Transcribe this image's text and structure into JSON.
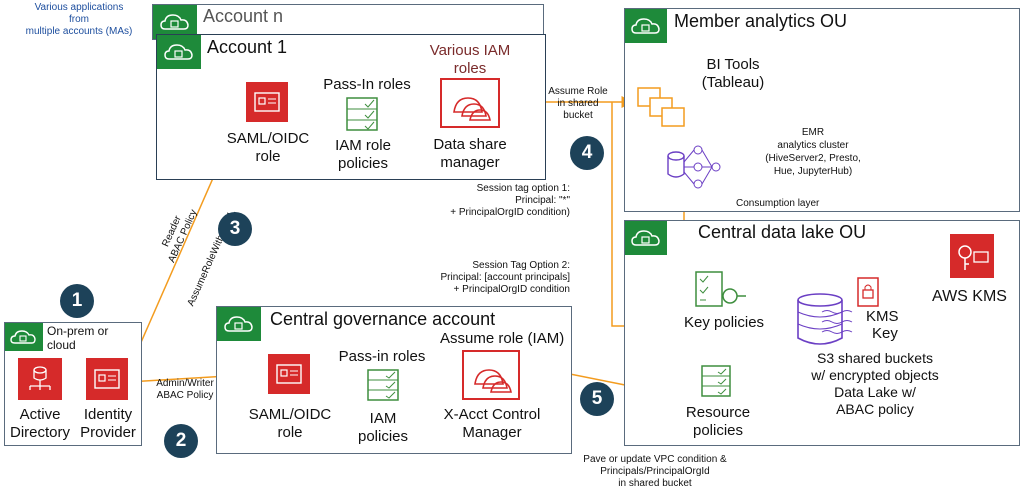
{
  "intro_note": [
    "Various applications",
    "from",
    "multiple accounts (MAs)"
  ],
  "account_n": {
    "title": "Account n"
  },
  "account1": {
    "title": "Account 1",
    "saml_label": [
      "SAML/OIDC",
      "role"
    ],
    "passin_label": "Pass-In roles",
    "iam_policies_label": [
      "IAM role",
      "policies"
    ],
    "various_iam_label": [
      "Various IAM",
      "roles"
    ],
    "data_share_label": [
      "Data share",
      "manager"
    ]
  },
  "assume_role_note": [
    "Assume Role",
    "in shared",
    "bucket"
  ],
  "session_tag1": [
    "Session tag option 1:",
    "Principal: \"*\"",
    "+ PrincipalOrgID condition)"
  ],
  "session_tag2": [
    "Session Tag Option 2:",
    "Principal: [account principals]",
    "+ PrincipalOrgID condition"
  ],
  "member_ou": {
    "title": "Member analytics OU",
    "bi_label": [
      "BI Tools",
      "(Tableau)"
    ],
    "emr_label": [
      "EMR",
      "analytics cluster",
      "(HiveServer2, Presto,",
      "Hue, JupyterHub)"
    ],
    "consumption": "Consumption layer"
  },
  "central_lake": {
    "title": "Central data lake OU",
    "key_policies": "Key policies",
    "resource_policies": [
      "Resource",
      "policies"
    ],
    "kms_key": [
      "KMS",
      "Key"
    ],
    "s3_label": [
      "S3 shared buckets",
      "w/ encrypted objects",
      "Data Lake w/",
      "ABAC policy"
    ]
  },
  "aws_kms": "AWS KMS",
  "onprem": {
    "title": [
      "On-prem or",
      "cloud"
    ],
    "ad_label": [
      "Active",
      "Directory"
    ],
    "idp_label": [
      "Identity",
      "Provider"
    ]
  },
  "governance": {
    "title": "Central governance account",
    "assume_role_iam": "Assume role (IAM)",
    "saml_label": [
      "SAML/OIDC",
      "role"
    ],
    "passin_label": "Pass-in roles",
    "iam_label": [
      "IAM",
      "policies"
    ],
    "xacct_label": [
      "X-Acct Control",
      "Manager"
    ]
  },
  "reader_policy": [
    "Reader",
    "ABAC Policy"
  ],
  "assume_saml": "AssumeRoleWithSAML",
  "admin_policy": [
    "Admin/Writer",
    "ABAC Policy"
  ],
  "pave_note": [
    "Pave or update VPC condition &",
    "Principals/PrincipalOrgId",
    "in shared bucket"
  ],
  "steps": [
    "1",
    "2",
    "3",
    "4",
    "5"
  ],
  "colors": {
    "arrow": "#f39c1f",
    "badge": "#1e8a3a",
    "red": "#d62a2a",
    "purple": "#6b3fc4",
    "green_icon": "#3e8e3e",
    "step": "#1d4259"
  }
}
